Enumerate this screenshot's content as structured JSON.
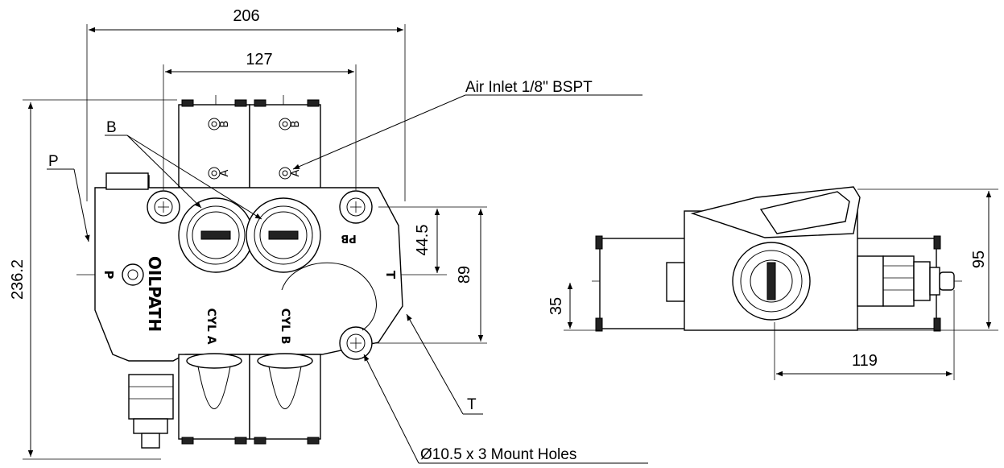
{
  "dimensions": {
    "overall_width": "206",
    "inner_width": "127",
    "overall_height": "236.2",
    "port_offset": "44.5",
    "mount_spacing": "89",
    "side_height": "95",
    "side_offset": "35",
    "side_length": "119"
  },
  "callouts": {
    "air_inlet": "Air Inlet 1/8\" BSPT",
    "port_b": "B",
    "port_p": "P",
    "port_t": "T",
    "mount_holes": "Ø10.5 x 3 Mount Holes"
  },
  "body_markings": {
    "brand": "OILPATH",
    "cyl_a": "CYL A",
    "cyl_b": "CYL B",
    "p": "P",
    "t": "T",
    "pb": "PB",
    "cap_a": "A",
    "cap_b": "B"
  }
}
